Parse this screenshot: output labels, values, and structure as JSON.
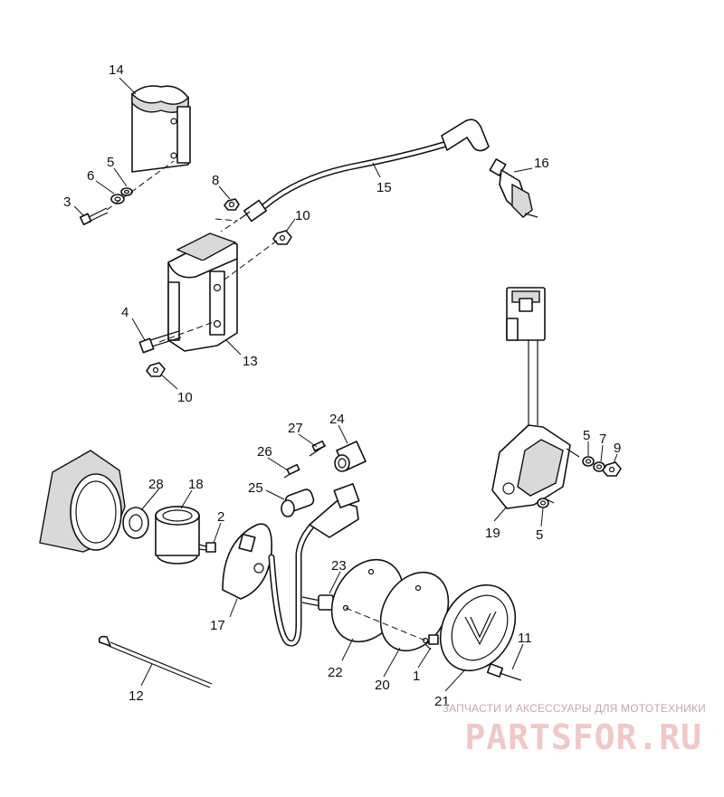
{
  "callouts": {
    "c1": "1",
    "c2": "2",
    "c3": "3",
    "c4": "4",
    "c5a": "5",
    "c5b": "5",
    "c5c": "5",
    "c6": "6",
    "c7": "7",
    "c8": "8",
    "c9": "9",
    "c10a": "10",
    "c10b": "10",
    "c11": "11",
    "c12": "12",
    "c13": "13",
    "c14": "14",
    "c15": "15",
    "c16": "16",
    "c17": "17",
    "c18": "18",
    "c19": "19",
    "c20": "20",
    "c21": "21",
    "c22": "22",
    "c23": "23",
    "c24": "24",
    "c25": "25",
    "c26": "26",
    "c27": "27",
    "c28": "28"
  },
  "watermark": {
    "tagline": "ЗАПЧАСТИ И АКСЕССУАРЫ ДЛЯ МОТОТЕХНИКИ",
    "logo": "PARTSFOR.RU"
  },
  "colors": {
    "ink": "#111111",
    "watermark": "#f2c7c7",
    "background": "#ffffff"
  }
}
